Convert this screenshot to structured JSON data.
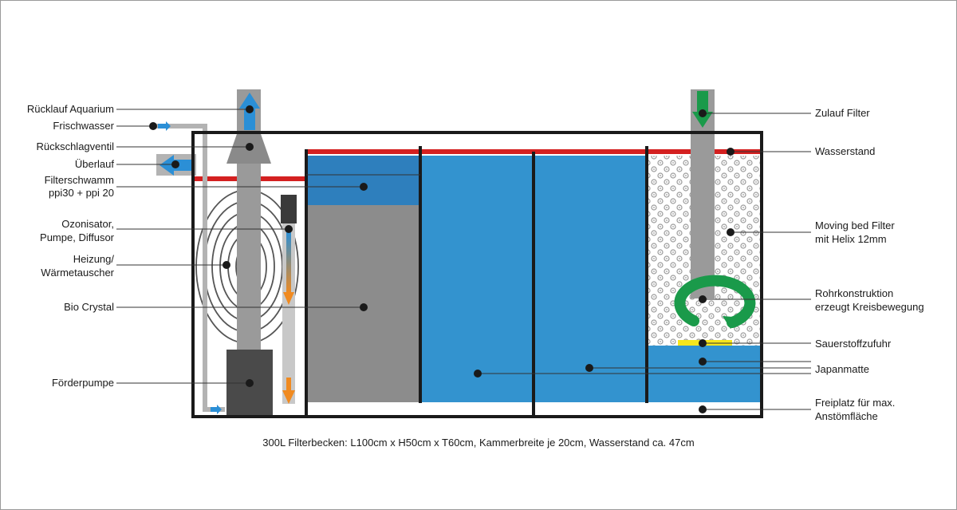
{
  "labels_left": {
    "ruecklauf": "Rücklauf Aquarium",
    "frischwasser": "Frischwasser",
    "rueckschlagventil": "Rückschlagventil",
    "ueberlauf": "Überlauf",
    "filterschwamm_1": "Filterschwamm",
    "filterschwamm_2": "ppi30 + ppi 20",
    "ozonisator_1": "Ozonisator,",
    "ozonisator_2": "Pumpe, Diffusor",
    "heizung_1": "Heizung/",
    "heizung_2": "Wärmetauscher",
    "bio_crystal": "Bio Crystal",
    "foerderpumpe": "Förderpumpe"
  },
  "labels_right": {
    "zulauf": "Zulauf Filter",
    "wasserstand": "Wasserstand",
    "moving_bed_1": "Moving bed Filter",
    "moving_bed_2": "mit Helix 12mm",
    "rohr_1": "Rohrkonstruktion",
    "rohr_2": "erzeugt Kreisbewegung",
    "sauerstoff": "Sauerstoffzufuhr",
    "japanmatte": "Japanmatte",
    "freiplatz_1": "Freiplatz für max.",
    "freiplatz_2": "Anstömfläche"
  },
  "caption": "300L Filterbecken: L100cm x H50cm x T60cm, Kammerbreite je 20cm, Wasserstand ca. 47cm",
  "colors": {
    "water": "#3393cf",
    "sponge": "#2e7fbd",
    "pipe": "#9a9a9a",
    "tank_outline": "#1a1a1a",
    "water_level_line": "#d42020",
    "arrow_blue": "#2b8fd6",
    "arrow_green": "#1a9a4a",
    "arrow_orange": "#f08a20",
    "oxygen_bar": "#f5e61c",
    "pump": "#4a4a4a"
  }
}
